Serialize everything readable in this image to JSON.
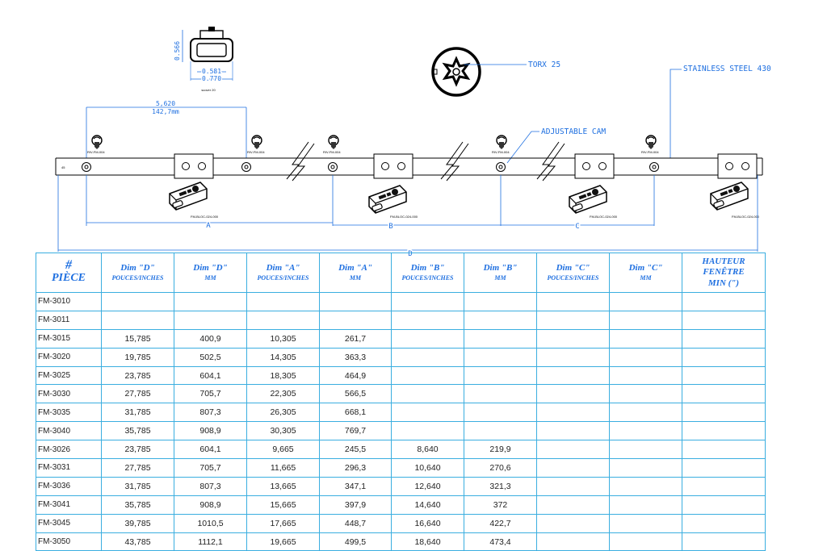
{
  "colors": {
    "line": "#1e6fe0",
    "grid": "#3aaee0",
    "text": "#222222"
  },
  "drawing": {
    "profile_dims": [
      "0.566",
      "0.581",
      "0.770"
    ],
    "profile_caption": "scover 20",
    "torx_label": "TORX 25",
    "stainless_label": "STAINLESS STEEL 430",
    "adjustable_label": "ADJUSTABLE CAM",
    "spacing_in": "5,620",
    "spacing_mm": "142,7mm",
    "bar_end_code": "45",
    "screw_code": "RIV-FM-004",
    "block_code": "FM-BLOC-024-000",
    "dim_labels": [
      "A",
      "B",
      "C",
      "D"
    ],
    "screw_icon": "screw-icon",
    "block_icon": "lock-block-icon"
  },
  "table": {
    "headers": [
      {
        "l1": "#",
        "l2": "PIÈCE"
      },
      {
        "l1": "Dim \"D\"",
        "l2": "POUCES/INCHES"
      },
      {
        "l1": "Dim \"D\"",
        "l2": "MM"
      },
      {
        "l1": "Dim \"A\"",
        "l2": "POUCES/INCHES"
      },
      {
        "l1": "Dim \"A\"",
        "l2": "MM"
      },
      {
        "l1": "Dim \"B\"",
        "l2": "POUCES/INCHES"
      },
      {
        "l1": "Dim \"B\"",
        "l2": "MM"
      },
      {
        "l1": "Dim \"C\"",
        "l2": "POUCES/INCHES"
      },
      {
        "l1": "Dim \"C\"",
        "l2": "MM"
      },
      {
        "l1": "HAUTEUR",
        "l2": "FENÊTRE",
        "l3": "MIN (\")"
      }
    ],
    "rows": [
      [
        "FM-3010",
        "",
        "",
        "",
        "",
        "",
        "",
        "",
        "",
        ""
      ],
      [
        "FM-3011",
        "",
        "",
        "",
        "",
        "",
        "",
        "",
        "",
        ""
      ],
      [
        "FM-3015",
        "15,785",
        "400,9",
        "10,305",
        "261,7",
        "",
        "",
        "",
        "",
        ""
      ],
      [
        "FM-3020",
        "19,785",
        "502,5",
        "14,305",
        "363,3",
        "",
        "",
        "",
        "",
        ""
      ],
      [
        "FM-3025",
        "23,785",
        "604,1",
        "18,305",
        "464,9",
        "",
        "",
        "",
        "",
        ""
      ],
      [
        "FM-3030",
        "27,785",
        "705,7",
        "22,305",
        "566,5",
        "",
        "",
        "",
        "",
        ""
      ],
      [
        "FM-3035",
        "31,785",
        "807,3",
        "26,305",
        "668,1",
        "",
        "",
        "",
        "",
        ""
      ],
      [
        "FM-3040",
        "35,785",
        "908,9",
        "30,305",
        "769,7",
        "",
        "",
        "",
        "",
        ""
      ],
      [
        "FM-3026",
        "23,785",
        "604,1",
        "9,665",
        "245,5",
        "8,640",
        "219,9",
        "",
        "",
        ""
      ],
      [
        "FM-3031",
        "27,785",
        "705,7",
        "11,665",
        "296,3",
        "10,640",
        "270,6",
        "",
        "",
        ""
      ],
      [
        "FM-3036",
        "31,785",
        "807,3",
        "13,665",
        "347,1",
        "12,640",
        "321,3",
        "",
        "",
        ""
      ],
      [
        "FM-3041",
        "35,785",
        "908,9",
        "15,665",
        "397,9",
        "14,640",
        "372",
        "",
        "",
        ""
      ],
      [
        "FM-3045",
        "39,785",
        "1010,5",
        "17,665",
        "448,7",
        "16,640",
        "422,7",
        "",
        "",
        ""
      ],
      [
        "FM-3050",
        "43,785",
        "1112,1",
        "19,665",
        "499,5",
        "18,640",
        "473,4",
        "",
        "",
        ""
      ]
    ]
  }
}
